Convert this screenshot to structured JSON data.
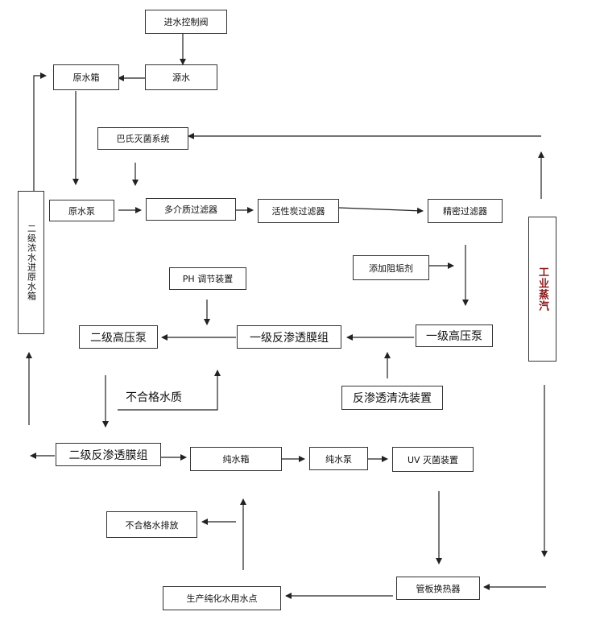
{
  "nodes": {
    "inlet_valve": "进水控制阀",
    "raw_tank": "原水箱",
    "source_water": "源水",
    "pasteur": "巴氏灭菌系统",
    "concentrate_return": "二级浓水进原水箱",
    "raw_pump": "原水泵",
    "multimedia_filter": "多介质过滤器",
    "carbon_filter": "活性炭过滤器",
    "precision_filter": "精密过滤器",
    "industrial_steam": "工业蒸汽",
    "antiscalant": "添加阻垢剂",
    "ph_adjust": "PH 调节装置",
    "hp_pump_2": "二级高压泵",
    "ro_module_1": "一级反渗透膜组",
    "hp_pump_1": "一级高压泵",
    "unqualified_quality": "不合格水质",
    "ro_cleaning": "反渗透清洗装置",
    "ro_module_2": "二级反渗透膜组",
    "pure_tank": "纯水箱",
    "pure_pump": "纯水泵",
    "uv_sterilizer": "UV 灭菌装置",
    "unqualified_discharge": "不合格水排放",
    "plate_exchanger": "管板换热器",
    "production_use": "生产纯化水用水点"
  }
}
